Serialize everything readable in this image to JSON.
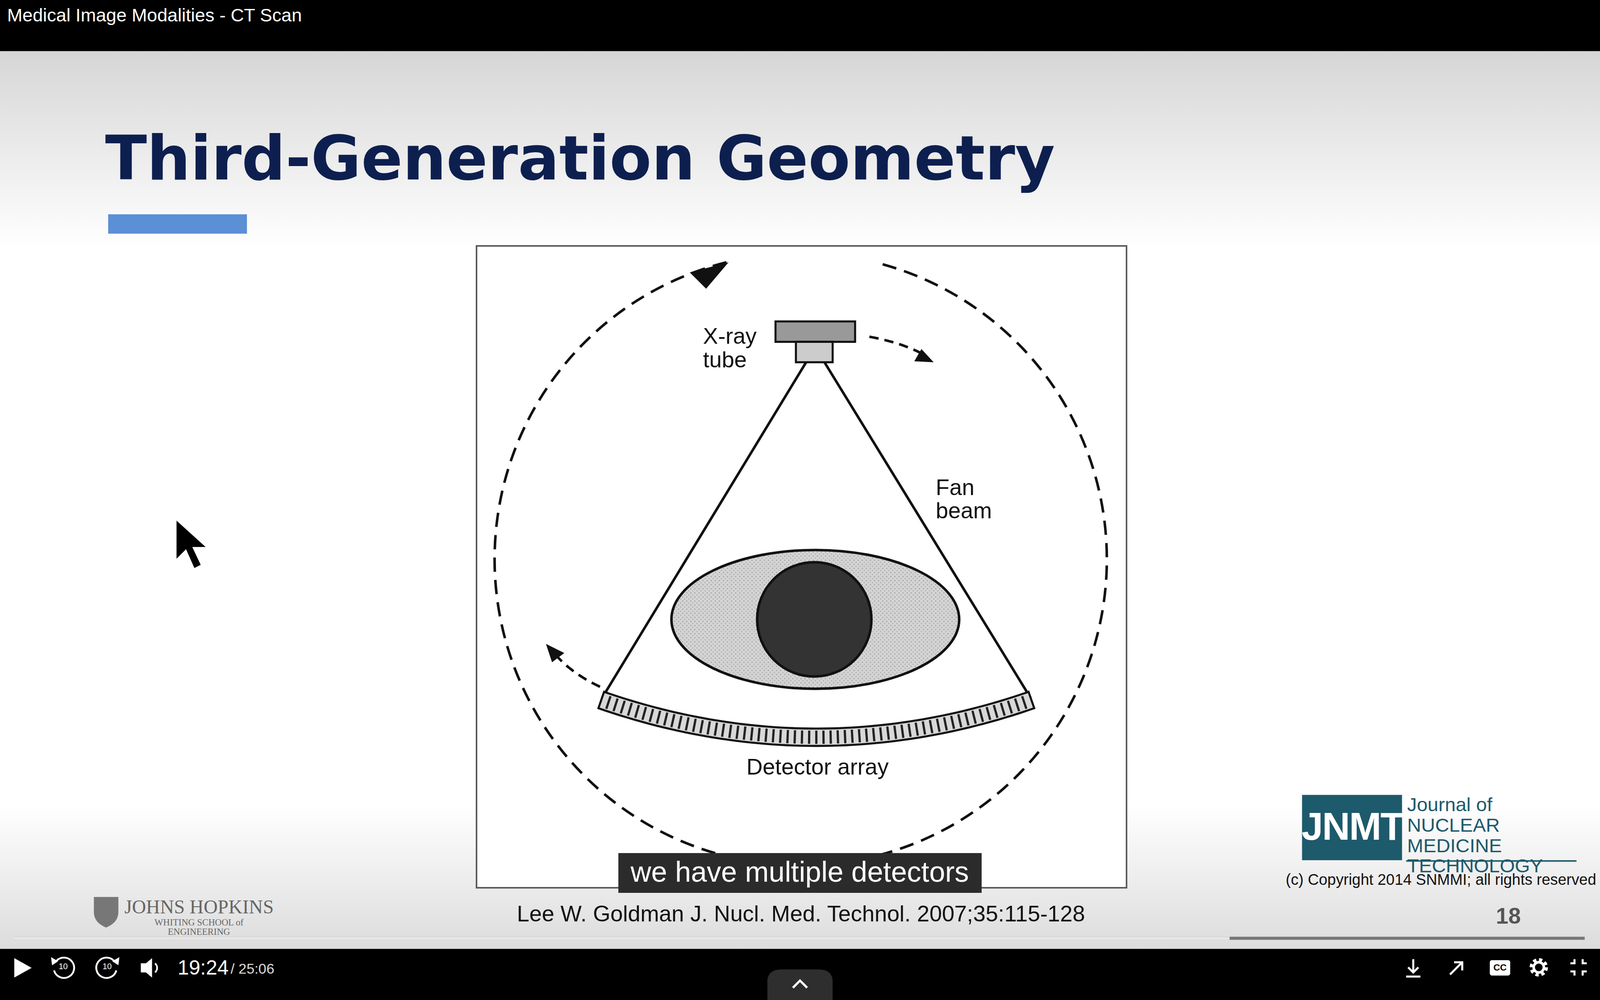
{
  "diagram": {
    "title": "Third-Generation Geometry",
    "caption": "Lee W. Goldman J. Nucl. Med. Technol. 2007;35:115-128",
    "labels": [
      "Medical Image Modalities - CT Scan",
      "X-ray tube",
      "Fan beam",
      "Detector array",
      "we have multiple detectors",
      "JNMT",
      "Journal of NUCLEAR MEDICINE TECHNOLOGY",
      "(c) Copyright 2014 SNMMI; all rights reserved",
      "18",
      "JOHNS HOPKINS",
      "WHITING SCHOOL of ENGINEERING",
      "10",
      "10",
      "19:24",
      "/ 25:06",
      "CC"
    ]
  }
}
